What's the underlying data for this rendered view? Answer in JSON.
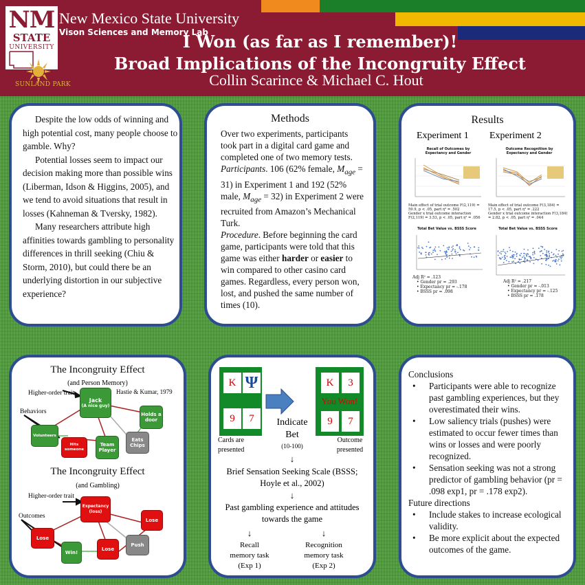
{
  "header": {
    "logo": {
      "line1": "NM",
      "line2": "STATE",
      "line3": "UNIVERSITY",
      "sub": "SUNLAND PARK"
    },
    "university": "New Mexico State University",
    "lab": "Vison Sciences and Memory Lab",
    "title_line1": "I Won (as far as I remember)!",
    "title_line2": "Broad Implications of the Incongruity Effect",
    "authors": "Collin Scarince & Michael C. Hout",
    "colors": {
      "maroon": "#8a1b33",
      "orange": "#f08a1e",
      "green": "#1b7f2a",
      "gold": "#f2b800",
      "navy": "#1c2a7a"
    }
  },
  "intro": {
    "p1": "Despite the low odds of winning and high potential cost, many people choose to gamble. Why?",
    "p2": "Potential losses seem to impact our decision making more than possible wins (Liberman, Idson & Higgins, 2005), and we tend to avoid situations that result in losses (Kahneman & Tversky, 1982).",
    "p3": "Many researchers attribute high affinities towards gambling to personality differences in thrill seeking (Chiu & Storm, 2010), but could there be an underlying distortion in our subjective experience?"
  },
  "methods": {
    "title": "Methods",
    "p1": "Over two experiments, participants took part in a digital card game and completed one of two memory tests.",
    "participants_label": "Participants",
    "p2_a": ". 106 (62% female, ",
    "m": "M",
    "age": "age",
    "p2_b": " = 31) in Experiment 1 and 192 (52% male, ",
    "p2_c": " = 32) in Experiment 2 were recruited from Amazon’s Mechanical Turk.",
    "procedure_label": "Procedure",
    "p3_a": ". Before beginning the card game, participants were told that this game was either ",
    "harder": "harder",
    "or": " or ",
    "easier": "easier",
    "p3_b": " to win compared to other casino card games.  Regardless, every person won, lost, and pushed the same number of times (10)."
  },
  "results": {
    "title": "Results",
    "exp1": "Experiment 1",
    "exp2": "Experiment 2",
    "chart1_title": "Recall of Outcomes by Expectancy and Gender",
    "chart2_title": "Outcome Recognition by Expectancy and Gender",
    "chart3_title": "Total Bet Value vs. BSSS Score",
    "chart4_title": "Total Bet Value vs. BSSS Score",
    "stat1": "Main effect of trial outcome F(2,119) = 59.9, p < .05, part η² = .502",
    "stat1b": "Gender x trial outcome interaction F(2,119) = 3.53, p < .05, part η² = .056",
    "stat2": "Main effect of trial outcome F(3,184) = 17.5, p < .05, part η² = .222",
    "stat2b": "Gender x trial outcome interaction F(3,184) = 2.82, p < .05, part η² = .044",
    "reg1": [
      "Adj R² = .123",
      "Gender pr = .293",
      "Expectancy pr = -.178",
      "BSSS pr = .098"
    ],
    "reg2": [
      "Adj R² = .217",
      "Gender pr = -.013",
      "Expectancy pr = -.125",
      "BSSS pr = .178"
    ]
  },
  "incongruity": {
    "title1": "The Incongruity Effect",
    "sub1": "(and Person Memory)",
    "hot": "Higher-order trait",
    "ref": "Hastie & Kumar, 1979",
    "behaviors": "Behaviors",
    "jack": "Jack",
    "jack_sub": "(A nice guy)",
    "holds": "Holds a door",
    "volunteers": "Volunteers",
    "hits": "Hits someone",
    "team": "Team Player",
    "eats": "Eats Chips",
    "title2": "The Incongruity Effect",
    "sub2": "(and Gambling)",
    "hot2": "Higher-order trait",
    "outcomes": "Outcomes",
    "expectancy": "Expectancy (loss)",
    "lose": "Lose",
    "win": "Win!",
    "push": "Push"
  },
  "procedure": {
    "k": "K",
    "psi": "Ψ",
    "nine": "9",
    "seven": "7",
    "three": "3",
    "you_won": "You Won!",
    "cards_presented": "Cards are presented",
    "indicate": "Indicate Bet",
    "range": "(10-100)",
    "outcome": "Outcome presented",
    "arrow": "↓",
    "bsss": "Brief Sensation Seeking Scale (BSSS; Hoyle et al., 2002)",
    "past": "Past gambling experience and attitudes towards the game",
    "recall": "Recall memory task (Exp 1)",
    "recognition": "Recognition memory task (Exp 2)"
  },
  "conclusions": {
    "title": "Conclusions",
    "items": [
      "Participants were able to recognize past gambling experiences, but they overestimated their wins.",
      "Low saliency trials (pushes) were estimated to occur fewer times than wins or losses and were poorly recognized.",
      "Sensation seeking was not a strong predictor of gambling behavior (pr = .098 exp1, pr = .178 exp2)."
    ],
    "future_title": "Future directions",
    "future": [
      "Include stakes to increase ecological validity.",
      "Be more explicit about the expected outcomes of the game."
    ]
  }
}
